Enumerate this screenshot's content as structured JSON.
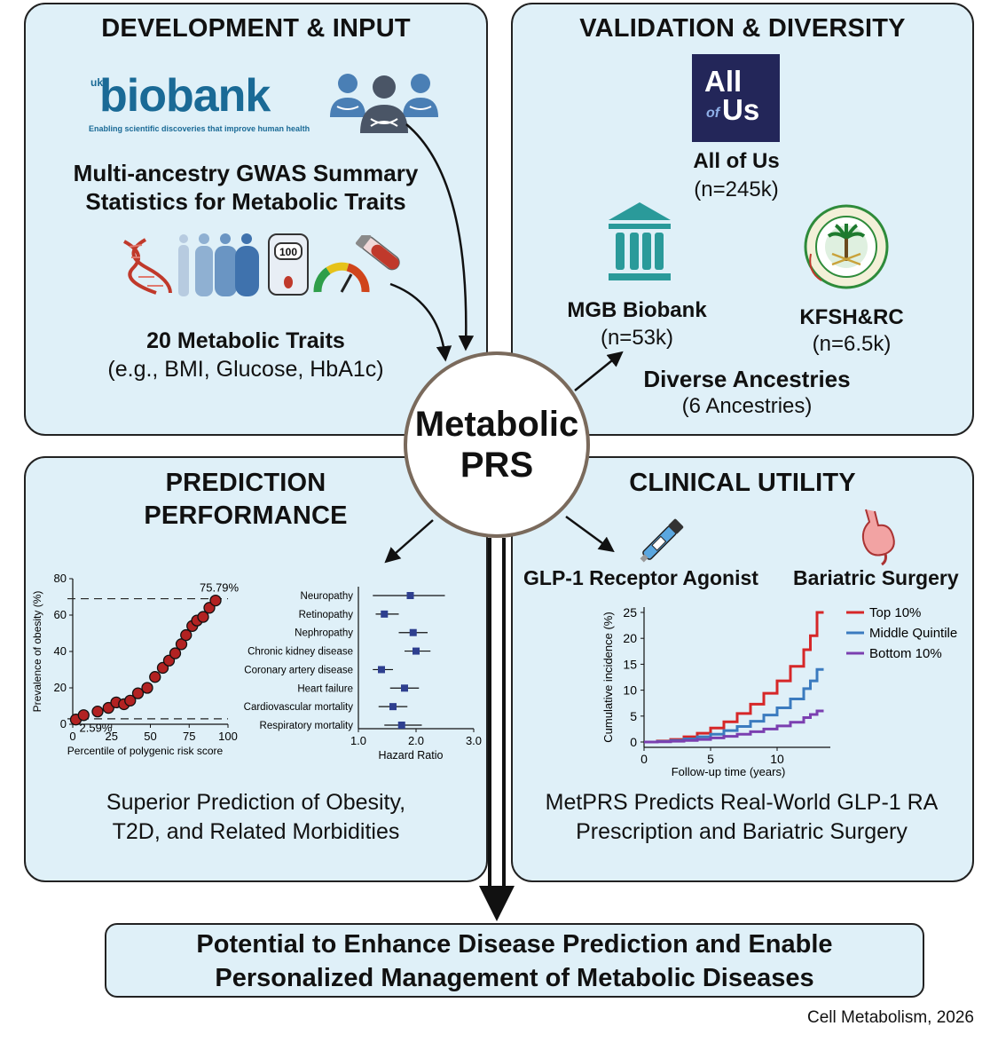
{
  "dev": {
    "heading": "DEVELOPMENT & INPUT",
    "logo_small": "uk",
    "logo_main": "biobank",
    "logo_tagline": "Enabling scientific discoveries that improve human health",
    "gwas_line1": "Multi-ancestry GWAS Summary",
    "gwas_line2": "Statistics for Metabolic Traits",
    "glucose_reading": "100",
    "traits_title": "20 Metabolic Traits",
    "traits_examples": "(e.g., BMI, Glucose, HbA1c)"
  },
  "validation": {
    "heading": "VALIDATION & DIVERSITY",
    "allofus_logo_line1": "All",
    "allofus_logo_of": "of",
    "allofus_logo_us": "Us",
    "allofus_name": "All of Us",
    "allofus_n": "(n=245k)",
    "mgb_name": "MGB Biobank",
    "mgb_n": "(n=53k)",
    "kfsh_name": "KFSH&RC",
    "kfsh_n": "(n=6.5k)",
    "diverse_title": "Diverse Ancestries",
    "diverse_sub": "(6 Ancestries)"
  },
  "center": {
    "line1": "Metabolic",
    "line2": "PRS"
  },
  "prediction": {
    "heading_line1": "PREDICTION",
    "heading_line2": "PERFORMANCE",
    "caption_line1": "Superior Prediction of Obesity,",
    "caption_line2": "T2D, and Related Morbidities"
  },
  "clinical": {
    "heading": "CLINICAL UTILITY",
    "glp1_label": "GLP-1 Receptor Agonist",
    "bariatric_label": "Bariatric Surgery",
    "caption_line1": "MetPRS Predicts Real-World GLP-1 RA",
    "caption_line2": "Prescription and Bariatric Surgery"
  },
  "conclusion": {
    "line1": "Potential to Enhance Disease Prediction and Enable",
    "line2": "Personalized Management of Metabolic Diseases"
  },
  "citation": "Cell Metabolism, 2026",
  "colors": {
    "panel_bg": "#dff0f8",
    "dot_fill": "#b22222",
    "forest_marker": "#2e3f8f",
    "top10": "#d62728",
    "middle": "#3b7bbf",
    "bottom10": "#7b3fb0",
    "biobank_blue": "#1a6a96",
    "allofus_bg": "#232659",
    "mgb_teal": "#2a9a9a"
  },
  "chart_data": [
    {
      "type": "scatter",
      "title": "",
      "xlabel": "Percentile of polygenic risk score",
      "ylabel": "Prevalence of obesity (%)",
      "xlim": [
        0,
        100
      ],
      "ylim": [
        0,
        80
      ],
      "x_ticks": [
        "0",
        "25",
        "50",
        "75",
        "100"
      ],
      "y_ticks": [
        "0",
        "20",
        "40",
        "60",
        "80"
      ],
      "annotations": [
        "75.79%",
        "2.59%"
      ],
      "reference_lines": [
        69,
        3
      ],
      "x": [
        2,
        7,
        16,
        23,
        28,
        33,
        37,
        42,
        48,
        53,
        58,
        62,
        66,
        70,
        73,
        77,
        80,
        84,
        88,
        92
      ],
      "y": [
        2.59,
        5,
        7,
        9,
        12,
        11,
        13,
        17,
        20,
        26,
        31,
        35,
        39,
        44,
        49,
        54,
        57,
        59,
        64,
        68
      ]
    },
    {
      "type": "scatter",
      "subtype": "forest",
      "title": "",
      "xlabel": "Hazard Ratio",
      "xlim": [
        1.0,
        3.0
      ],
      "x_ticks": [
        "1.0",
        "2.0",
        "3.0"
      ],
      "categories": [
        "Neuropathy",
        "Retinopathy",
        "Nephropathy",
        "Chronic kidney disease",
        "Coronary artery disease",
        "Heart failure",
        "Cardiovascular mortality",
        "Respiratory mortality"
      ],
      "values": [
        1.9,
        1.45,
        1.95,
        2.0,
        1.4,
        1.8,
        1.6,
        1.75
      ],
      "ci_low": [
        1.25,
        1.3,
        1.7,
        1.8,
        1.25,
        1.55,
        1.35,
        1.45
      ],
      "ci_high": [
        2.5,
        1.7,
        2.2,
        2.25,
        1.6,
        2.05,
        1.85,
        2.1
      ]
    },
    {
      "type": "line",
      "title": "",
      "xlabel": "Follow-up time (years)",
      "ylabel": "Cumulative incidence (%)",
      "xlim": [
        0,
        14
      ],
      "ylim": [
        0,
        25
      ],
      "x_ticks": [
        "0",
        "5",
        "10"
      ],
      "y_ticks": [
        "0",
        "5",
        "10",
        "15",
        "20",
        "25"
      ],
      "legend_position": "top-right",
      "x": [
        0,
        1,
        2,
        3,
        4,
        5,
        6,
        7,
        8,
        9,
        10,
        11,
        12,
        12.5,
        13,
        13.5
      ],
      "series": [
        {
          "name": "Top 10%",
          "values": [
            0,
            0.2,
            0.5,
            1.0,
            1.7,
            2.7,
            3.9,
            5.5,
            7.3,
            9.4,
            11.8,
            14.6,
            17.8,
            20.5,
            25,
            25
          ]
        },
        {
          "name": "Middle Quintile",
          "values": [
            0,
            0.1,
            0.3,
            0.6,
            1.0,
            1.5,
            2.2,
            3.0,
            4.0,
            5.2,
            6.6,
            8.3,
            10.3,
            11.8,
            14,
            14
          ]
        },
        {
          "name": "Bottom 10%",
          "values": [
            0,
            0.05,
            0.15,
            0.3,
            0.5,
            0.8,
            1.1,
            1.5,
            2.0,
            2.5,
            3.1,
            3.8,
            4.7,
            5.3,
            6,
            6
          ]
        }
      ]
    }
  ]
}
